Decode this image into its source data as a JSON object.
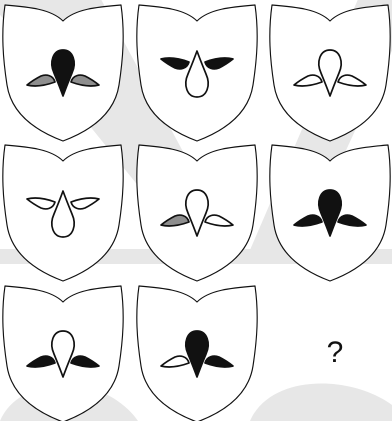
{
  "puzzle": {
    "missing_mark": "?",
    "colors": {
      "outline": "#111111",
      "black": "#111111",
      "gray": "#8e8e8e",
      "white": "#ffffff",
      "watermark": "#e7e7e7"
    },
    "shields": [
      {
        "row": 1,
        "col": 1,
        "orientation": "up",
        "drop": "black",
        "left_leaf": "gray",
        "right_leaf": "gray"
      },
      {
        "row": 1,
        "col": 2,
        "orientation": "down",
        "drop": "white",
        "left_leaf": "black",
        "right_leaf": "black"
      },
      {
        "row": 1,
        "col": 3,
        "orientation": "up",
        "drop": "white",
        "left_leaf": "white",
        "right_leaf": "white"
      },
      {
        "row": 2,
        "col": 1,
        "orientation": "down",
        "drop": "white",
        "left_leaf": "white",
        "right_leaf": "white"
      },
      {
        "row": 2,
        "col": 2,
        "orientation": "up",
        "drop": "white",
        "left_leaf": "gray",
        "right_leaf": "white"
      },
      {
        "row": 2,
        "col": 3,
        "orientation": "up",
        "drop": "black",
        "left_leaf": "black",
        "right_leaf": "black"
      },
      {
        "row": 3,
        "col": 1,
        "orientation": "up",
        "drop": "white",
        "left_leaf": "black",
        "right_leaf": "black"
      },
      {
        "row": 3,
        "col": 2,
        "orientation": "up",
        "drop": "black",
        "left_leaf": "white",
        "right_leaf": "black"
      }
    ]
  }
}
